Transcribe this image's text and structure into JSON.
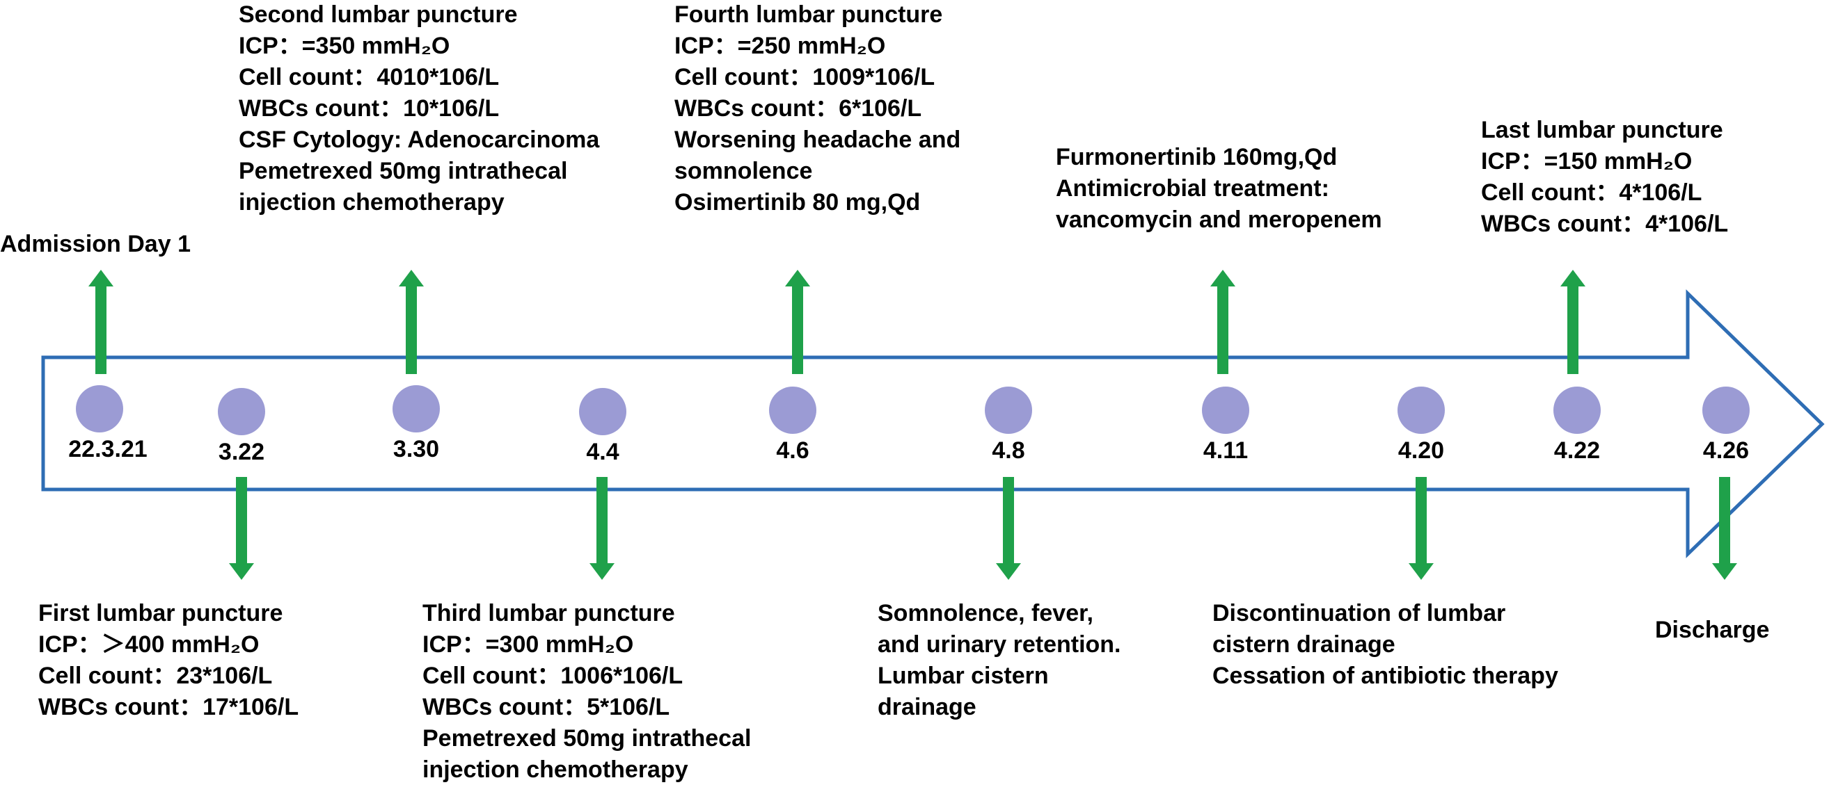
{
  "colors": {
    "arrow_outline": "#2E6DB4",
    "marker_fill": "#9B9BD4",
    "pointer_arrow": "#1FA14A",
    "text": "#000000"
  },
  "events": [
    {
      "date": "22.3.21",
      "direction": "up",
      "lines": [
        "Admission Day 1"
      ]
    },
    {
      "date": "3.22",
      "direction": "down",
      "lines": [
        "First lumbar puncture",
        "ICP：＞400 mmH₂O",
        "Cell count：23*106/L",
        "WBCs count：17*106/L"
      ]
    },
    {
      "date": "3.30",
      "direction": "up",
      "lines": [
        "Second lumbar puncture",
        "ICP：=350 mmH₂O",
        "Cell count：4010*106/L",
        "WBCs count：10*106/L",
        "CSF Cytology: Adenocarcinoma",
        "Pemetrexed 50mg intrathecal",
        "injection chemotherapy"
      ]
    },
    {
      "date": "4.4",
      "direction": "down",
      "lines": [
        "Third lumbar puncture",
        "ICP：=300 mmH₂O",
        "Cell count：1006*106/L",
        "WBCs count：5*106/L",
        "Pemetrexed 50mg intrathecal",
        "injection chemotherapy"
      ]
    },
    {
      "date": "4.6",
      "direction": "up",
      "lines": [
        "Fourth lumbar puncture",
        "ICP：=250 mmH₂O",
        "Cell count：1009*106/L",
        "WBCs count：6*106/L",
        "Worsening headache and",
        "somnolence",
        "Osimertinib 80 mg,Qd"
      ]
    },
    {
      "date": "4.8",
      "direction": "down",
      "lines": [
        "Somnolence, fever,",
        "and urinary retention.",
        "Lumbar cistern",
        "drainage"
      ]
    },
    {
      "date": "4.11",
      "direction": "up",
      "lines": [
        "Furmonertinib 160mg,Qd",
        "Antimicrobial treatment:",
        "vancomycin and meropenem"
      ]
    },
    {
      "date": "4.20",
      "direction": "down",
      "lines": [
        "Discontinuation of lumbar",
        "cistern drainage",
        "Cessation of antibiotic therapy"
      ]
    },
    {
      "date": "4.22",
      "direction": "up",
      "lines": [
        "Last lumbar puncture",
        "ICP：=150 mmH₂O",
        "Cell count：4*106/L",
        "WBCs count：4*106/L"
      ]
    },
    {
      "date": "4.26",
      "direction": "down",
      "lines": [
        "Discharge"
      ]
    }
  ]
}
